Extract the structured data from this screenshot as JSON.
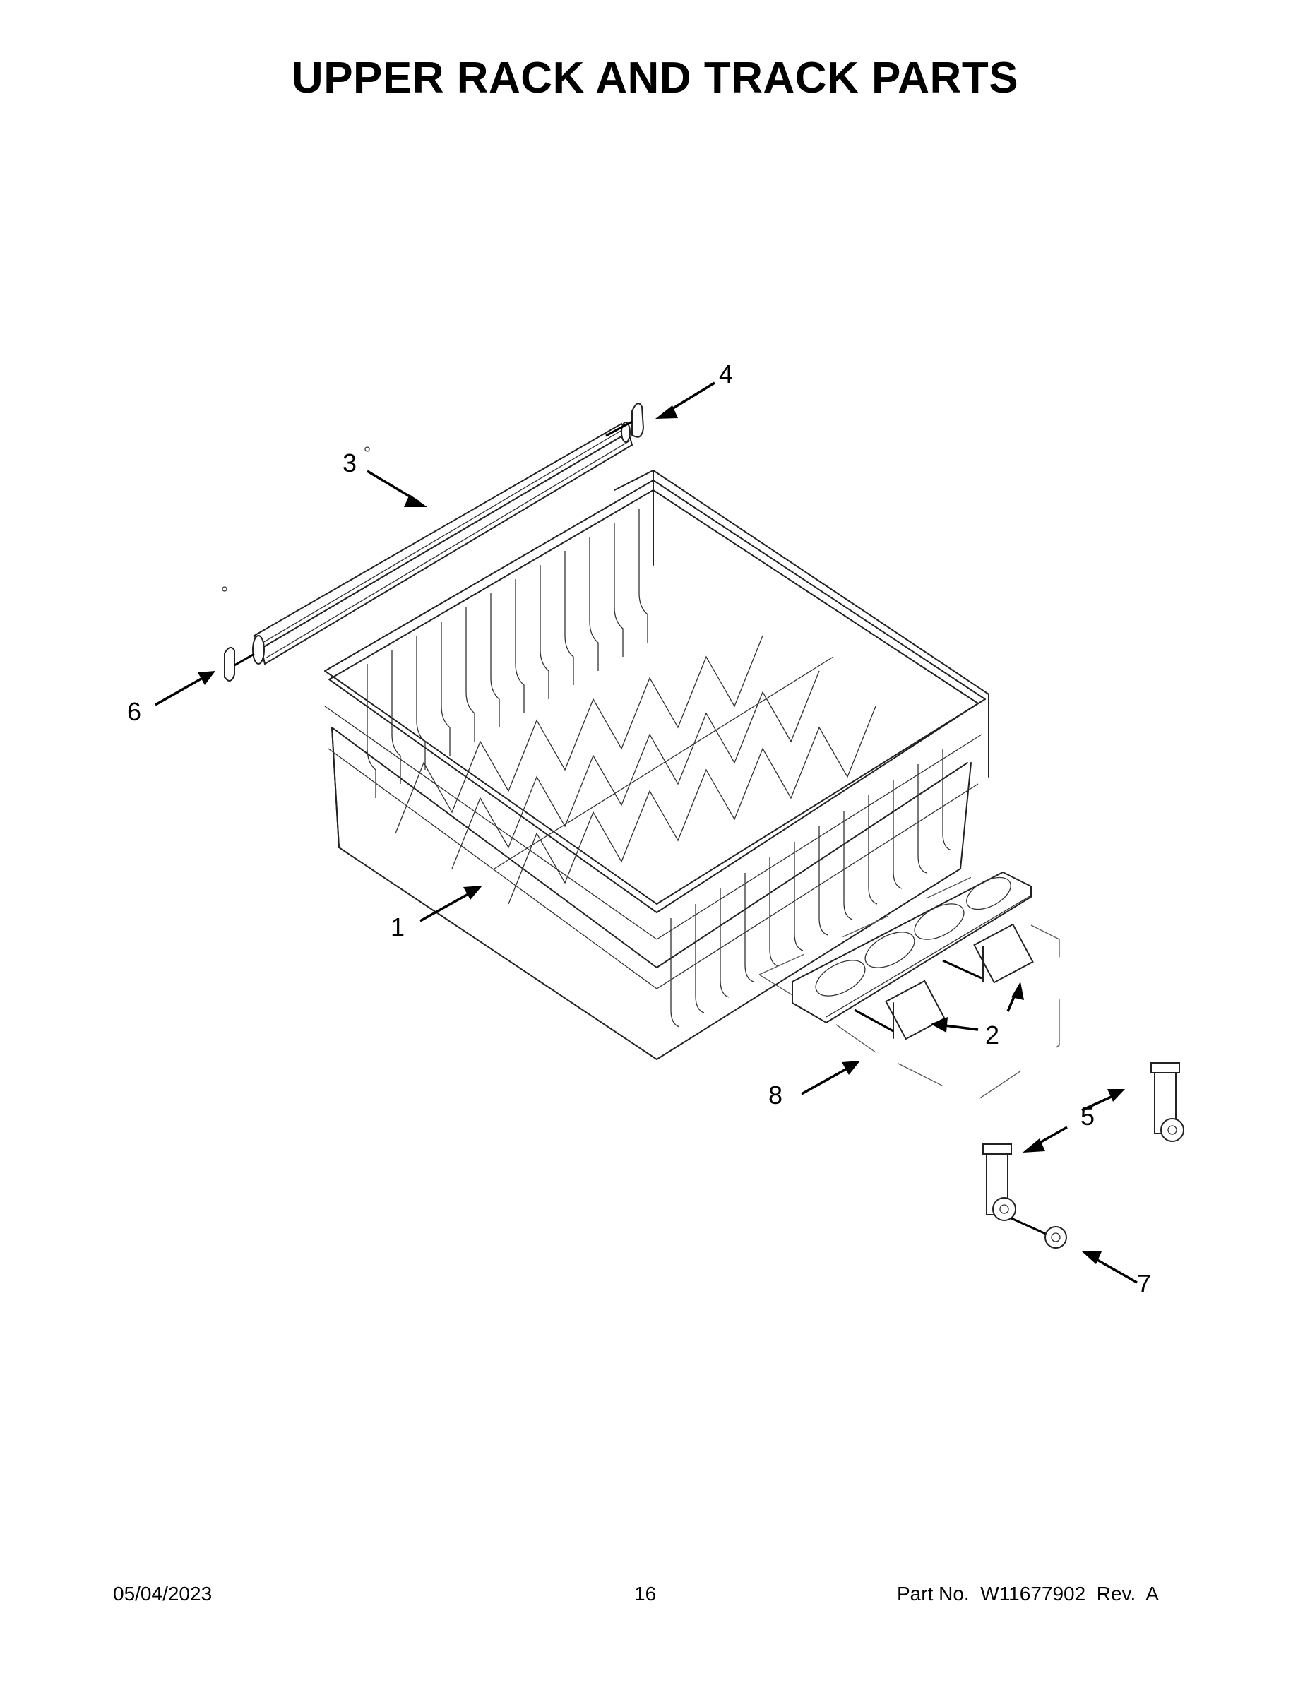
{
  "page": {
    "title": "UPPER RACK AND TRACK PARTS"
  },
  "callouts": [
    {
      "id": "1",
      "label": "1",
      "part": "upper-rack"
    },
    {
      "id": "2",
      "label": "2",
      "part": "tine-clip"
    },
    {
      "id": "3",
      "label": "3",
      "part": "rack-track-rail"
    },
    {
      "id": "4",
      "label": "4",
      "part": "rear-track-stop"
    },
    {
      "id": "5",
      "label": "5",
      "part": "rack-adjuster"
    },
    {
      "id": "6",
      "label": "6",
      "part": "front-track-stop"
    },
    {
      "id": "7",
      "label": "7",
      "part": "rack-wheel"
    },
    {
      "id": "8",
      "label": "8",
      "part": "fold-down-tine-assembly"
    }
  ],
  "footer": {
    "date": "05/04/2023",
    "page_number": "16",
    "part_number": "Part No.  W11677902  Rev.  A"
  }
}
